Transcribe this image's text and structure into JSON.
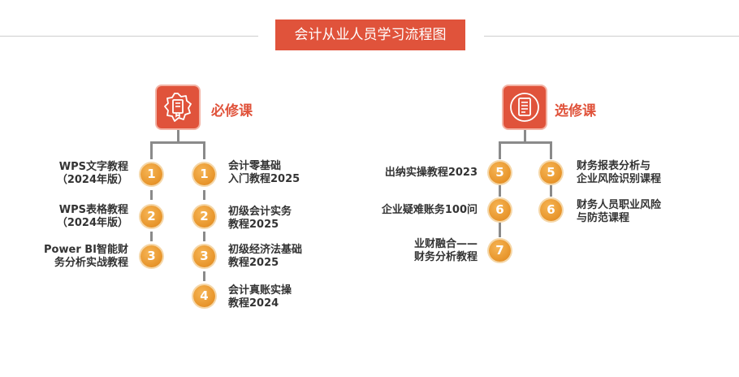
{
  "title": "会计从业人员学习流程图",
  "colors": {
    "accent": "#e0533b",
    "badge": "#e7942a",
    "line": "#8a8a8a"
  },
  "categories": {
    "required": {
      "label": "必修课",
      "icon": "certificate-icon"
    },
    "elective": {
      "label": "选修课",
      "icon": "document-icon"
    }
  },
  "required": {
    "left": [
      {
        "num": "1",
        "text": "WPS文字教程\n（2024年版）"
      },
      {
        "num": "2",
        "text": "WPS表格教程\n（2024年版）"
      },
      {
        "num": "3",
        "text": "Power BI智能财\n务分析实战教程"
      }
    ],
    "right": [
      {
        "num": "1",
        "text": "会计零基础\n入门教程2025"
      },
      {
        "num": "2",
        "text": "初级会计实务\n教程2025"
      },
      {
        "num": "3",
        "text": "初级经济法基础\n教程2025"
      },
      {
        "num": "4",
        "text": "会计真账实操\n教程2024"
      }
    ]
  },
  "elective": {
    "left": [
      {
        "num": "5",
        "text": "出纳实操教程2023"
      },
      {
        "num": "6",
        "text": "企业疑难账务100问"
      },
      {
        "num": "7",
        "text": "业财融合——\n财务分析教程"
      }
    ],
    "right": [
      {
        "num": "5",
        "text": "财务报表分析与\n企业风险识别课程"
      },
      {
        "num": "6",
        "text": "财务人员职业风险\n与防范课程"
      }
    ]
  }
}
